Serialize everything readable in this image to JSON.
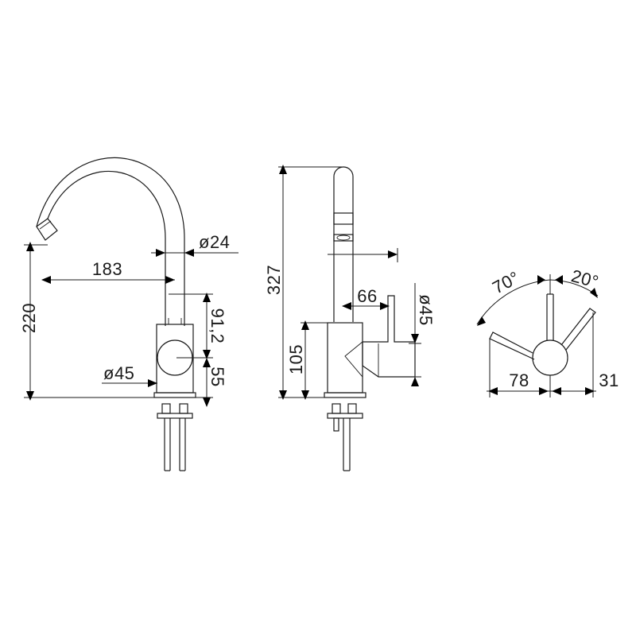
{
  "front_view": {
    "spout_diameter": "ø24",
    "reach": "183",
    "total_height": "220",
    "handle_offset": "91,2",
    "base_height": "55",
    "body_diameter": "ø45"
  },
  "side_view": {
    "total_height": "327",
    "body_height": "105",
    "lever_reach": "66",
    "body_diameter": "ø45"
  },
  "top_view": {
    "angle_left": "70°",
    "angle_right": "20°",
    "left_extent": "78",
    "right_extent": "31"
  },
  "colors": {
    "line": "#1a1a1a",
    "background": "#ffffff"
  }
}
